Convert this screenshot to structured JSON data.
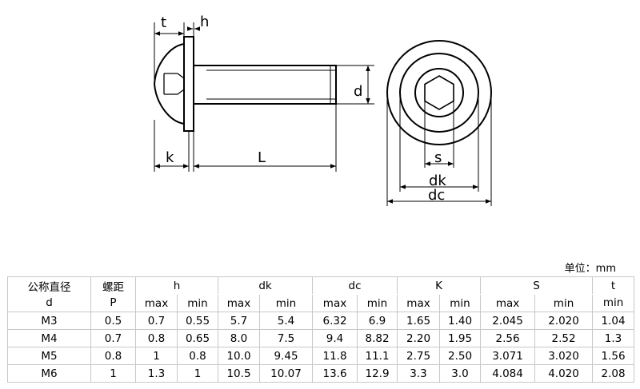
{
  "diagram": {
    "side_view_labels": {
      "t": "t",
      "h": "h",
      "k": "k",
      "L": "L",
      "d": "d"
    },
    "front_view_labels": {
      "s": "s",
      "dk": "dk",
      "dc": "dc"
    }
  },
  "unit_label": "单位：mm",
  "table": {
    "header_row1": {
      "nominal": "公称直径",
      "pitch": "螺距",
      "h": "h",
      "dk": "dk",
      "dc": "dc",
      "K": "K",
      "S": "S",
      "t": "t"
    },
    "header_row2": [
      "d",
      "P",
      "max",
      "min",
      "max",
      "min",
      "max",
      "min",
      "max",
      "min",
      "max",
      "min",
      "min"
    ],
    "rows": [
      [
        "M3",
        "0.5",
        "0.7",
        "0.55",
        "5.7",
        "5.4",
        "6.32",
        "6.9",
        "1.65",
        "1.40",
        "2.045",
        "2.020",
        "1.04"
      ],
      [
        "M4",
        "0.7",
        "0.8",
        "0.65",
        "8.0",
        "7.5",
        "9.4",
        "8.82",
        "2.20",
        "1.95",
        "2.56",
        "2.52",
        "1.3"
      ],
      [
        "M5",
        "0.8",
        "1",
        "0.8",
        "10.0",
        "9.45",
        "11.8",
        "11.1",
        "2.75",
        "2.50",
        "3.071",
        "3.020",
        "1.56"
      ],
      [
        "M6",
        "1",
        "1.3",
        "1",
        "10.5",
        "10.07",
        "13.6",
        "12.9",
        "3.3",
        "3.0",
        "4.084",
        "4.020",
        "2.08"
      ]
    ]
  }
}
